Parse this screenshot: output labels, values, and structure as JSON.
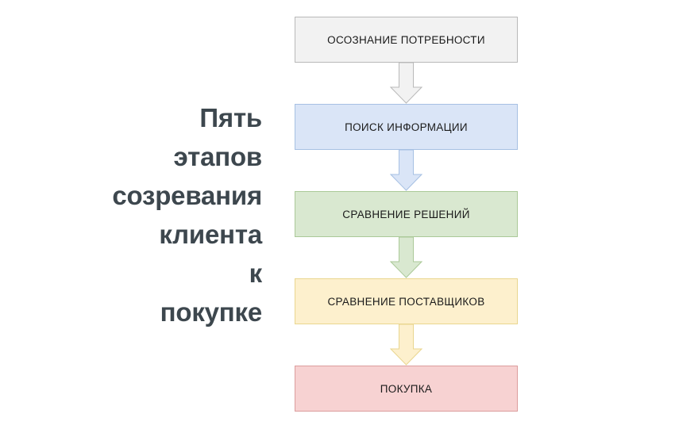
{
  "heading": {
    "text": "Пять\nэтапов\nсозревания\nклиента\nк\nпокупке"
  },
  "flow": {
    "orientation": "vertical-top-down",
    "steps": [
      {
        "id": "step-1",
        "label": "ОСОЗНАНИЕ ПОТРЕБНОСТИ",
        "fill": "#f2f2f2",
        "border": "#b9b9b9"
      },
      {
        "id": "step-2",
        "label": "ПОИСК ИНФОРМАЦИИ",
        "fill": "#dae5f7",
        "border": "#a6c0e3"
      },
      {
        "id": "step-3",
        "label": "СРАВНЕНИЕ РЕШЕНИЙ",
        "fill": "#d9e8d0",
        "border": "#abc998"
      },
      {
        "id": "step-4",
        "label": "СРАВНЕНИЕ ПОСТАВЩИКОВ",
        "fill": "#fdf0cd",
        "border": "#e9d68f"
      },
      {
        "id": "step-5",
        "label": "ПОКУПКА",
        "fill": "#f7d2d2",
        "border": "#dc9d9d"
      }
    ],
    "connectors": [
      {
        "id": "arrow-1-2",
        "icon": "down-arrow-icon",
        "fill": "#f2f2f2",
        "border": "#b9b9b9"
      },
      {
        "id": "arrow-2-3",
        "icon": "down-arrow-icon",
        "fill": "#dae5f7",
        "border": "#a6c0e3"
      },
      {
        "id": "arrow-3-4",
        "icon": "down-arrow-icon",
        "fill": "#d9e8d0",
        "border": "#abc998"
      },
      {
        "id": "arrow-4-5",
        "icon": "down-arrow-icon",
        "fill": "#fdf0cd",
        "border": "#e9d68f"
      }
    ]
  },
  "colors": {
    "background": "#ffffff",
    "heading_text": "#3d474e",
    "node_text": "#1a1a1a"
  }
}
